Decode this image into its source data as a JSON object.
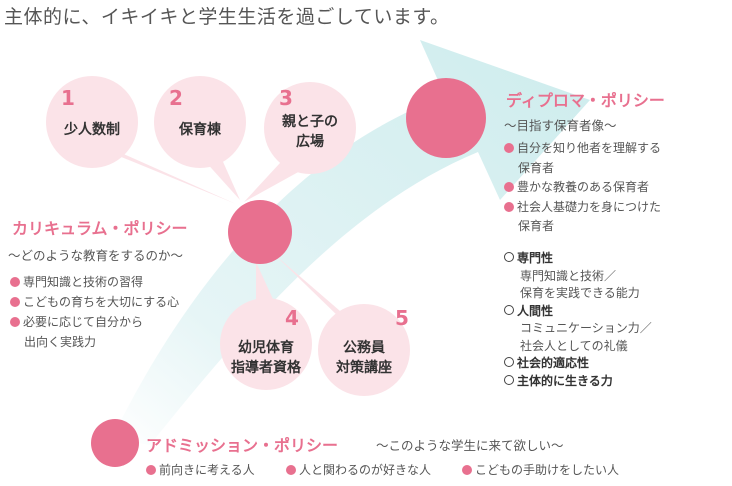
{
  "headline": "主体的に、イキイキと学生生活を過ごしています。",
  "features_top": [
    {
      "num": "1",
      "label": "少人数制"
    },
    {
      "num": "2",
      "label": "保育棟"
    },
    {
      "num": "3",
      "label_line1": "親と子の",
      "label_line2": "広場"
    }
  ],
  "features_bottom": [
    {
      "num": "4",
      "label_line1": "幼児体育",
      "label_line2": "指導者資格"
    },
    {
      "num": "5",
      "label_line1": "公務員",
      "label_line2": "対策講座"
    }
  ],
  "curriculum": {
    "title": "カリキュラム・ポリシー",
    "subtitle": "～どのような教育をするのか～",
    "points": [
      "専門知識と技術の習得",
      "こどもの育ちを大切にする心",
      "必要に応じて自分から"
    ],
    "point3_cont": "出向く実践力"
  },
  "diploma": {
    "title": "ディプロマ・ポリシー",
    "subtitle": "～目指す保育者像～",
    "p1_line1": "自分を知り他者を理解する",
    "p1_line2": "保育者",
    "p2": "豊かな教養のある保育者",
    "p3_line1": "社会人基礎力を身につけた",
    "p3_line2": "保育者",
    "specialty_head": "専門性",
    "specialty_l1": "専門知識と技術／",
    "specialty_l2": "保育を実践できる能力",
    "humanity_head": "人間性",
    "humanity_l1": "コミュニケーション力／",
    "humanity_l2": "社会人としての礼儀",
    "social": "社会的適応性",
    "proactive": "主体的に生きる力"
  },
  "admission": {
    "title": "アドミッション・ポリシー",
    "subtitle": "～このような学生に来て欲しい～",
    "points": [
      "前向きに考える人",
      "人と関わるのが好きな人",
      "こどもの手助けをしたい人"
    ]
  },
  "colors": {
    "accent": "#e8708f",
    "bubble": "#fbe3e8",
    "arrow": "#d6eff0"
  }
}
